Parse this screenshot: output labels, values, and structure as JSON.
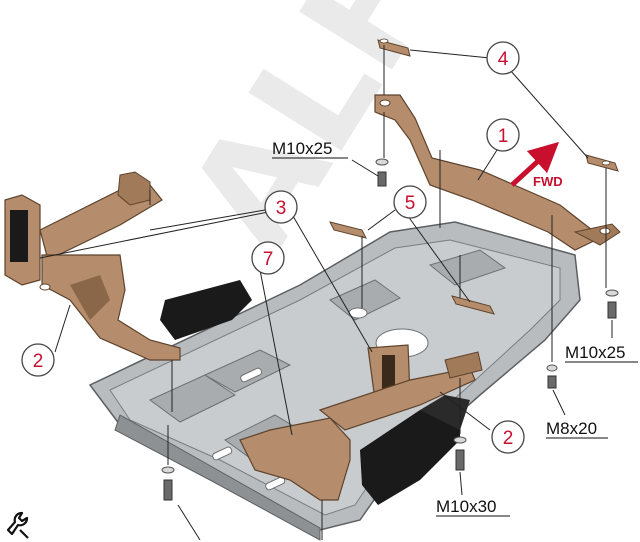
{
  "callouts": [
    {
      "id": "1",
      "label": "1"
    },
    {
      "id": "2a",
      "label": "2"
    },
    {
      "id": "2b",
      "label": "2"
    },
    {
      "id": "3",
      "label": "3"
    },
    {
      "id": "4",
      "label": "4"
    },
    {
      "id": "5",
      "label": "5"
    },
    {
      "id": "7",
      "label": "7"
    }
  ],
  "bolts": {
    "m10x25_top": "M10x25",
    "m10x25_right": "M10x25",
    "m8x20": "M8x20",
    "m10x30": "M10x30"
  },
  "direction": {
    "label": "FWD"
  },
  "watermark": {
    "text": "ALF"
  },
  "colors": {
    "callout": "#c8102e",
    "plate": "#b9bcbf",
    "bracket": "#b58d6c",
    "dark": "#1a1a1a"
  },
  "icons": {
    "logo": "wrench-logo-icon"
  }
}
